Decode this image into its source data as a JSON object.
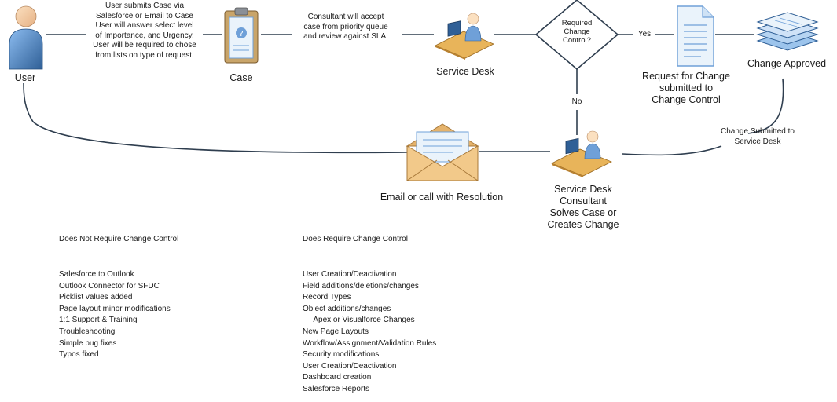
{
  "flow": {
    "user_note": [
      "User submits Case via",
      "Salesforce or Email to Case",
      "User will answer select level",
      "of Importance, and Urgency.",
      "User will be required to chose",
      "from lists on type of request."
    ],
    "consultant_note": [
      "Consultant will accept",
      "case from priority queue",
      "and review against SLA."
    ],
    "decision_lines": [
      "Required",
      "Change",
      "Control?"
    ],
    "yes_label": "Yes",
    "no_label": "No",
    "change_submitted_lines": [
      "Change Submitted to",
      "Service Desk"
    ]
  },
  "nodes": {
    "user": "User",
    "case": "Case",
    "service_desk": "Service Desk",
    "rfc_lines": [
      "Request for Change",
      "submitted to",
      "Change Control"
    ],
    "change_approved": "Change Approved",
    "consultant_lines": [
      "Service Desk",
      "Consultant",
      "Solves Case or",
      "Creates Change"
    ],
    "email": "Email or call with Resolution"
  },
  "lists": {
    "not_required_title": "Does Not Require Change Control",
    "not_required_items": [
      "Salesforce to Outlook",
      "Outlook Connector for SFDC",
      "Picklist values added",
      "Page layout minor modifications",
      "1:1 Support & Training",
      "Troubleshooting",
      "Simple bug fixes",
      "Typos fixed"
    ],
    "required_title": "Does Require Change Control",
    "required_items": [
      "User Creation/Deactivation",
      "Field additions/deletions/changes",
      "Record Types",
      "Object additions/changes",
      "     Apex or Visualforce Changes",
      "New Page Layouts",
      "Workflow/Assignment/Validation Rules",
      "Security modifications",
      "User Creation/Deactivation",
      "Dashboard creation",
      "Salesforce Reports"
    ]
  },
  "colors": {
    "line": "#2f3e4f",
    "icon_blue": "#6fa0d8",
    "icon_dark": "#2f5f96",
    "paper": "#eaf3fb",
    "envelope": "#f2c98a",
    "desk": "#e8b45a"
  },
  "icons": {
    "user": "person-icon",
    "case": "clipboard-icon",
    "service_desk": "workstation-icon",
    "rfc": "document-icon",
    "change_approved": "stacked-documents-icon",
    "email": "envelope-icon",
    "consultant": "workstation-icon"
  }
}
